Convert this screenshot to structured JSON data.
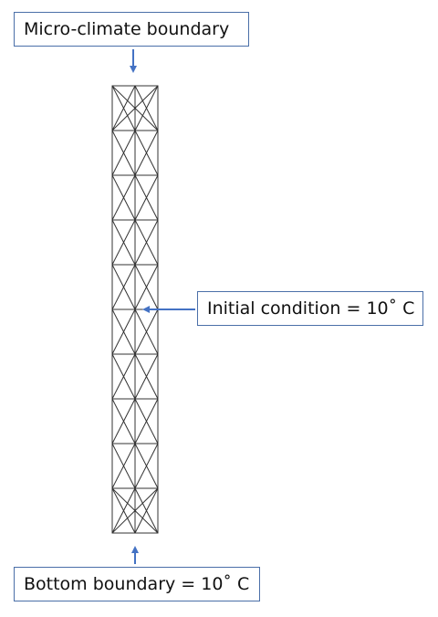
{
  "labels": {
    "top": "Micro-climate boundary",
    "initial": "Initial condition = 10˚ C",
    "bottom": "Bottom boundary = 10˚ C"
  },
  "mesh": {
    "columns": 2,
    "rows": 10
  },
  "colors": {
    "arrow": "#4472c4",
    "box_border": "#4a6fa8",
    "mesh_line": "#333333"
  }
}
